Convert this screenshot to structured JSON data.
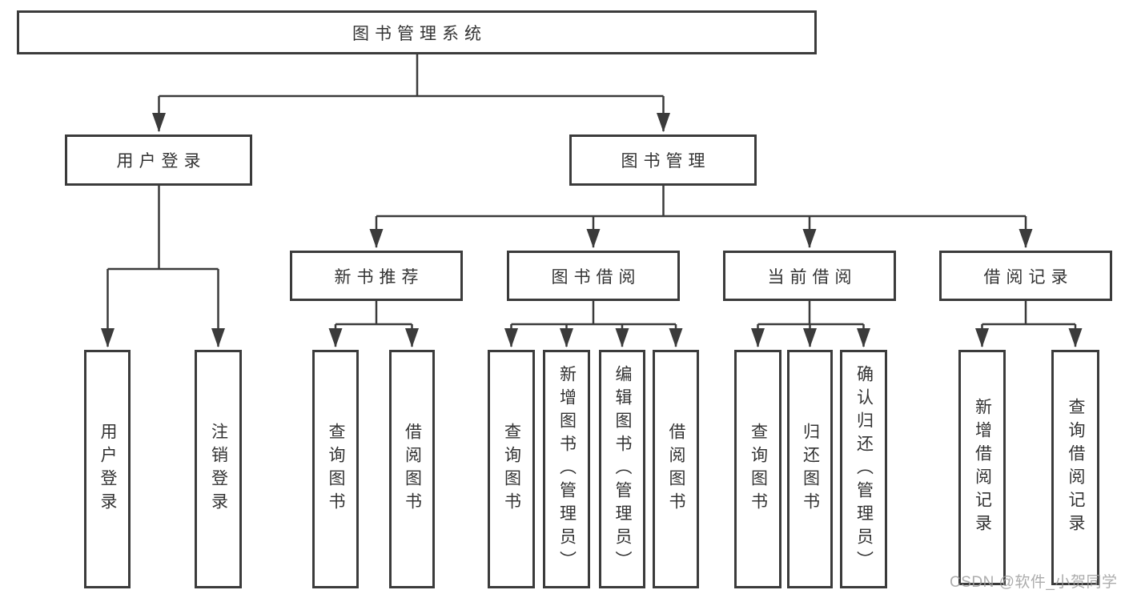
{
  "diagram": {
    "title": "图书管理系统",
    "level1": [
      "用户登录",
      "图书管理"
    ],
    "level2": [
      "新书推荐",
      "图书借阅",
      "当前借阅",
      "借阅记录"
    ],
    "leaves": {
      "login": [
        "用户登录",
        "注销登录"
      ],
      "newbook": [
        "查询图书",
        "借阅图书"
      ],
      "bookborrow": [
        "查询图书",
        "新增图书（管理员）",
        "编辑图书（管理员）",
        "借阅图书"
      ],
      "currentborrow": [
        "查询图书",
        "归还图书",
        "确认归还（管理员）"
      ],
      "records": [
        "新增借阅记录",
        "查询借阅记录"
      ]
    },
    "watermark": "CSDN @软件_小贺同学",
    "colors": {
      "line": "#3b3b3b",
      "text": "#333333",
      "background": "#ffffff",
      "watermark": "#9e9e9e"
    }
  }
}
